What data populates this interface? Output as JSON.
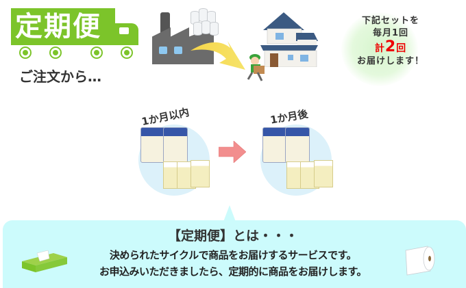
{
  "header": {
    "logo_title": "定期便",
    "order_from": "ご注文から…"
  },
  "bubble": {
    "line1": "下記セットを",
    "line2": "毎月1回",
    "line3_prefix": "計",
    "line3_number": "2",
    "line3_suffix": "回",
    "line4": "お届けします！"
  },
  "sets": [
    {
      "label": "1か月以内"
    },
    {
      "label": "1か月後"
    }
  ],
  "info": {
    "title": "【定期便】とは・・・",
    "line1": "決められたサイクルで商品をお届けするサービスです。",
    "line2": "お申込みいただきましたら、定期的に商品をお届けします。"
  },
  "colors": {
    "brand_green": "#7cc42a",
    "accent_red": "#ee0000",
    "info_bg": "#ccfbfc",
    "circle_bg": "#dcf1fa",
    "arrow_pink": "#f28e8e"
  }
}
